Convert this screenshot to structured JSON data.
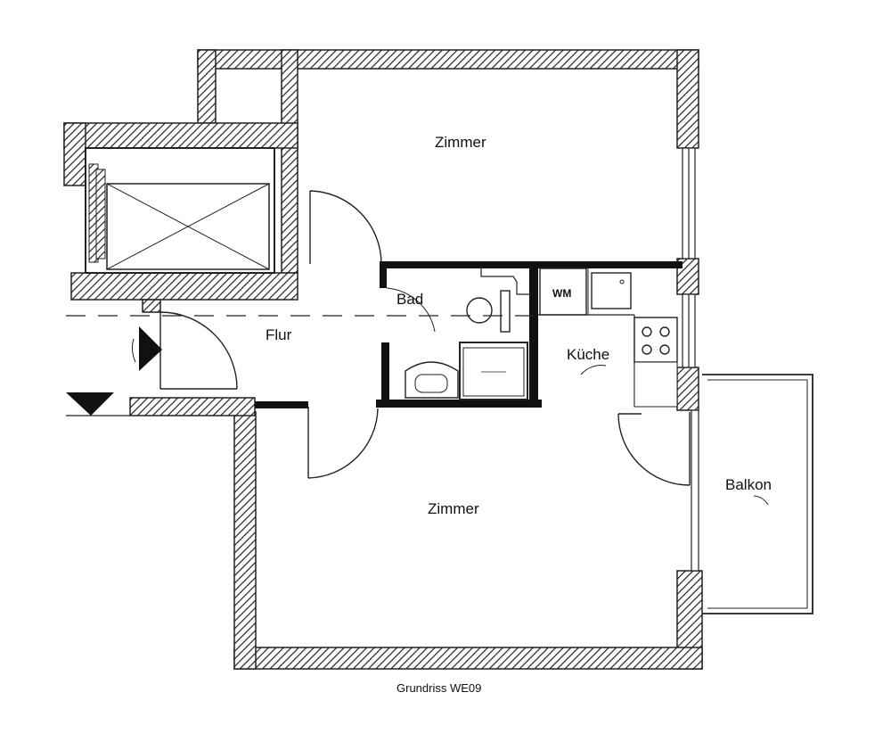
{
  "rooms": {
    "zimmer_top": "Zimmer",
    "zimmer_bottom": "Zimmer",
    "bad": "Bad",
    "flur": "Flur",
    "kueche": "Küche",
    "balkon": "Balkon"
  },
  "fixtures": {
    "washing_machine": "WM"
  },
  "caption": "Grundriss WE09"
}
